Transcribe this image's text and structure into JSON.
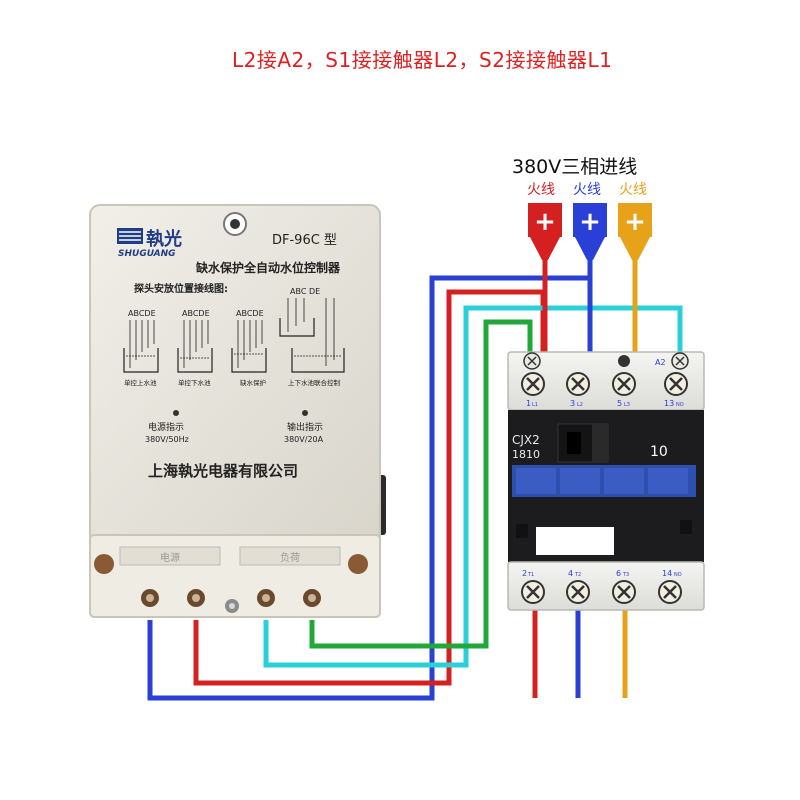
{
  "header": {
    "text": "L2接A2，S1接接触器L2，S2接接触器L1"
  },
  "supply": {
    "title": "380V三相进线",
    "phases": [
      {
        "label": "火线",
        "color": "#d42020"
      },
      {
        "label": "火线",
        "color": "#2a3fd6"
      },
      {
        "label": "火线",
        "color": "#e7a21a"
      }
    ]
  },
  "controller": {
    "brand_cn": "執光",
    "brand_en": "SHUGUANG",
    "model": "DF-96C 型",
    "product_name": "缺水保护全自动水位控制器",
    "diagram_title": "探头安放位置接线图:",
    "probe_sets": [
      "ABCDE",
      "ABCDE",
      "ABCDE",
      "ABC  DE"
    ],
    "captions": [
      "单控上水池",
      "单控下水池",
      "缺水保护",
      "上下水池联合控制"
    ],
    "power_label": "电源指示",
    "power_spec": "380V/50Hz",
    "output_label": "输出指示",
    "output_spec": "380V/20A",
    "manufacturer": "上海執光电器有限公司",
    "terminal_power": "电源",
    "terminal_load": "负荷"
  },
  "contactor": {
    "model": "CJX2",
    "rating": "1810",
    "poles": "10",
    "top_terminals": [
      {
        "num": "1",
        "tag": "L1"
      },
      {
        "num": "3",
        "tag": "L2"
      },
      {
        "num": "5",
        "tag": "L3"
      },
      {
        "num": "13",
        "tag": "NO"
      }
    ],
    "coil_tag": "A2",
    "bottom_terminals": [
      {
        "num": "2",
        "tag": "T1"
      },
      {
        "num": "4",
        "tag": "T2"
      },
      {
        "num": "6",
        "tag": "T3"
      },
      {
        "num": "14",
        "tag": "NO"
      }
    ]
  },
  "wire_colors": {
    "red": "#d42020",
    "blue": "#2a3fd6",
    "yellow": "#e7a21a",
    "green": "#22a83a",
    "cyan": "#2ad0d8"
  }
}
